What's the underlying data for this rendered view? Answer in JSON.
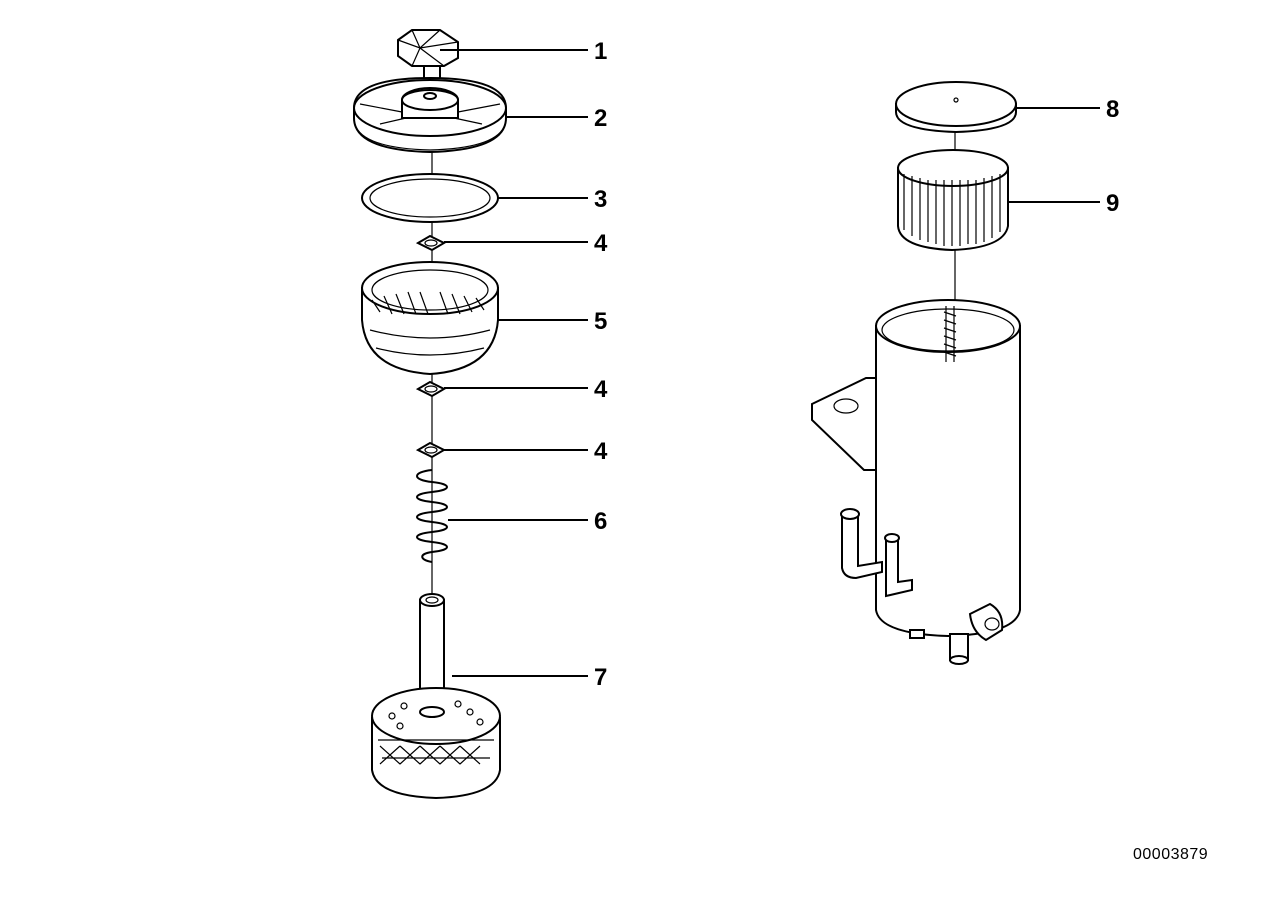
{
  "diagram": {
    "reference_code": "00003879",
    "callouts": [
      {
        "id": "c1",
        "label": "1"
      },
      {
        "id": "c2",
        "label": "2"
      },
      {
        "id": "c3",
        "label": "3"
      },
      {
        "id": "c4a",
        "label": "4"
      },
      {
        "id": "c5",
        "label": "5"
      },
      {
        "id": "c4b",
        "label": "4"
      },
      {
        "id": "c4c",
        "label": "4"
      },
      {
        "id": "c6",
        "label": "6"
      },
      {
        "id": "c7",
        "label": "7"
      },
      {
        "id": "c8",
        "label": "8"
      },
      {
        "id": "c9",
        "label": "9"
      }
    ]
  }
}
